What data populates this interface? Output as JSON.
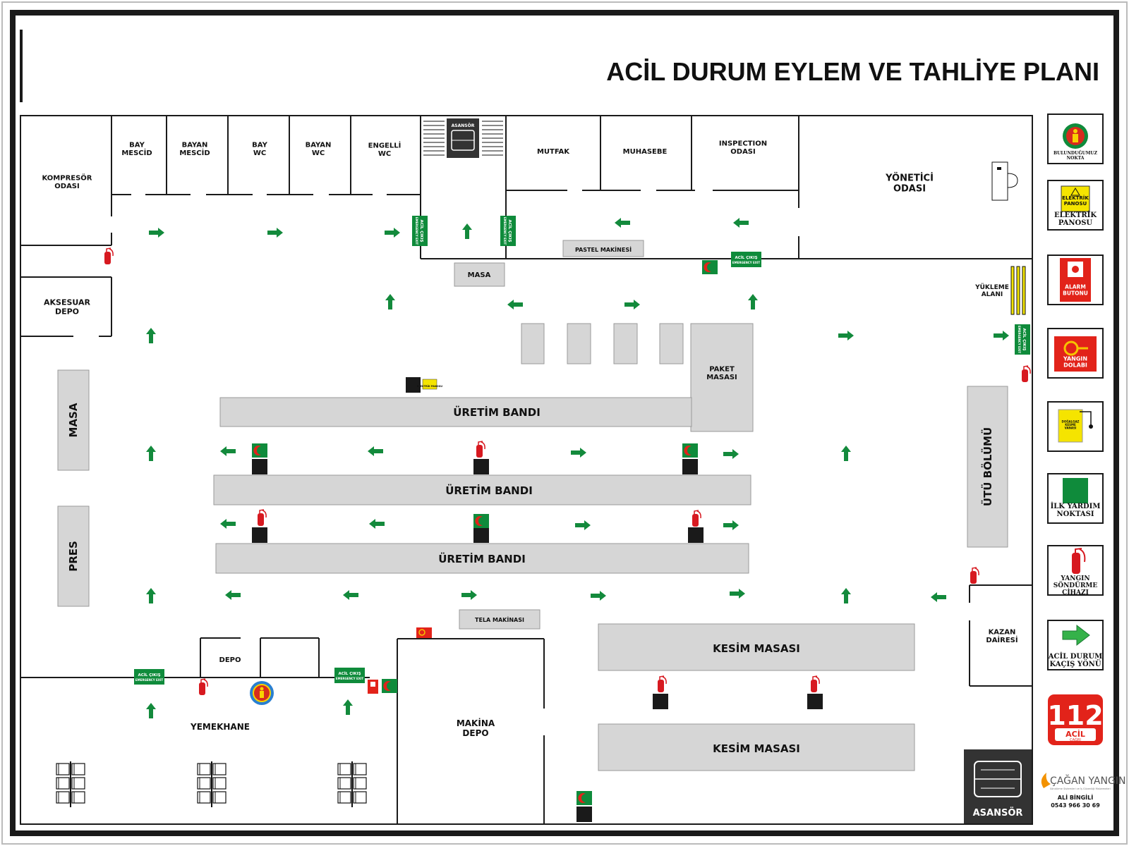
{
  "title": "ACİL DURUM EYLEM VE TAHLİYE PLANI",
  "rooms": {
    "kompresor": "KOMPRESÖR\nODASI",
    "bay_mescid": "BAY\nMESCİD",
    "bayan_mescid": "BAYAN\nMESCİD",
    "bay_wc": "BAY\nWC",
    "bayan_wc": "BAYAN\nWC",
    "engelli_wc": "ENGELLİ\nWC",
    "mutfak": "MUTFAK",
    "muhasebe": "MUHASEBE",
    "inspection": "INSPECTION\nODASI",
    "yonetici": "YÖNETİCİ\nODASI",
    "aksesuar": "AKSESUAR\nDEPO",
    "yukleme": "YÜKLEME\nALANI",
    "depo": "DEPO",
    "yemekhane": "YEMEKHANE",
    "makina_depo": "MAKİNA\nDEPO",
    "kazan": "KAZAN\nDAİRESİ"
  },
  "objects": {
    "asansor_top": "ASANSÖR",
    "asansor_bottom": "ASANSÖR",
    "masa_top": "MASA",
    "pastel": "PASTEL MAKİNESİ",
    "tela": "TELA MAKİNASI",
    "paket": "PAKET\nMASASI",
    "uretim1": "ÜRETİM BANDI",
    "uretim2": "ÜRETİM BANDI",
    "uretim3": "ÜRETİM BANDI",
    "kesim1": "KESİM MASASI",
    "kesim2": "KESİM MASASI",
    "masa_left": "MASA",
    "pres": "PRES",
    "utu": "ÜTÜ BÖLÜMÜ",
    "elektrik_mini": "ELEKTRİK PANOSU"
  },
  "exit_sign": {
    "line1": "ACİL ÇIKIŞ",
    "line2": "EMERGENCY EXIT"
  },
  "legend": [
    {
      "id": "bulundugumuz",
      "label": "BULUNDUĞUMUZ\nNOKTA",
      "icon": "person-location-icon"
    },
    {
      "id": "elektrik",
      "label": "ELEKTRİK\nPANOSU",
      "inner": "ELEKTRİK\nPANOSU",
      "icon": "electric-panel-icon"
    },
    {
      "id": "alarm",
      "label": "",
      "inner": "ALARM\nBUTONU",
      "icon": "alarm-button-icon"
    },
    {
      "id": "yangin_dolabi",
      "label": "",
      "inner": "YANGIN\nDOLABI",
      "icon": "fire-hose-cabinet-icon"
    },
    {
      "id": "dogalgaz",
      "label": "",
      "inner": "DOĞALGAZ\nKESME\nVANASI",
      "icon": "gas-valve-icon"
    },
    {
      "id": "ilk_yardim",
      "label": "İLK YARDIM\nNOKTASI",
      "icon": "first-aid-icon"
    },
    {
      "id": "sondurme",
      "label": "YANGIN\nSÖNDÜRME\nCİHAZI",
      "icon": "fire-extinguisher-icon"
    },
    {
      "id": "kacis",
      "label": "ACİL DURUM\nKAÇIŞ YÖNÜ",
      "icon": "escape-arrow-icon"
    }
  ],
  "emergency": {
    "number": "112",
    "word": "ACİL",
    "sub": "ÇAĞRI"
  },
  "company": {
    "name": "ÇAĞAN YANGIN",
    "tagline": "Söndürme Sistemleri ve İş Güvenliği Malzemeleri",
    "person": "ALİ BİNGİLİ",
    "phone": "0543 966 30 69"
  },
  "colors": {
    "exit_green": "#0f8b3b",
    "arrow_green": "#138a3c",
    "extinguisher_red": "#d71920",
    "table_gray": "#d6d6d6",
    "wall": "#1a1a1a"
  }
}
